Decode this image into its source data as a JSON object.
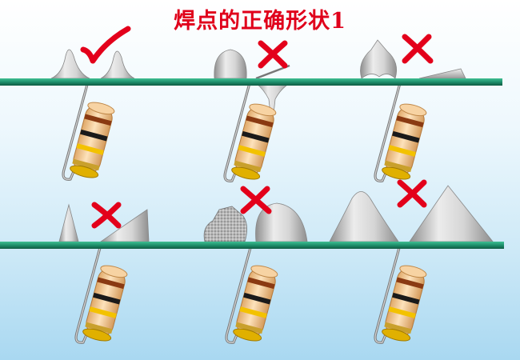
{
  "title": "焊点的正确形状1",
  "palette": {
    "board": "#1e8f6c",
    "solder_light": "#ececec",
    "solder_dark": "#8e8e8e",
    "mark_red": "#e3001b",
    "resistor_body": "#f2c48c",
    "band_brown": "#8a3a12",
    "band_black": "#1a1a1a",
    "band_yellow": "#f3c200",
    "band_gold": "#c9a02c"
  },
  "panels": [
    {
      "id": "top-left",
      "shape": "correct concave fillet",
      "verdict": "correct",
      "mark_icon": "checkmark-icon"
    },
    {
      "id": "top-middle",
      "shape": "ball / excess solder",
      "verdict": "incorrect",
      "mark_icon": "cross-icon"
    },
    {
      "id": "top-right",
      "shape": "double bump",
      "verdict": "incorrect",
      "mark_icon": "cross-icon"
    },
    {
      "id": "bottom-left",
      "shape": "spike and wedge",
      "verdict": "incorrect",
      "mark_icon": "cross-icon"
    },
    {
      "id": "bottom-middle",
      "shape": "porous blob",
      "verdict": "incorrect",
      "mark_icon": "cross-icon"
    },
    {
      "id": "bottom-right",
      "shape": "large cone",
      "verdict": "incorrect",
      "mark_icon": "cross-icon"
    }
  ]
}
